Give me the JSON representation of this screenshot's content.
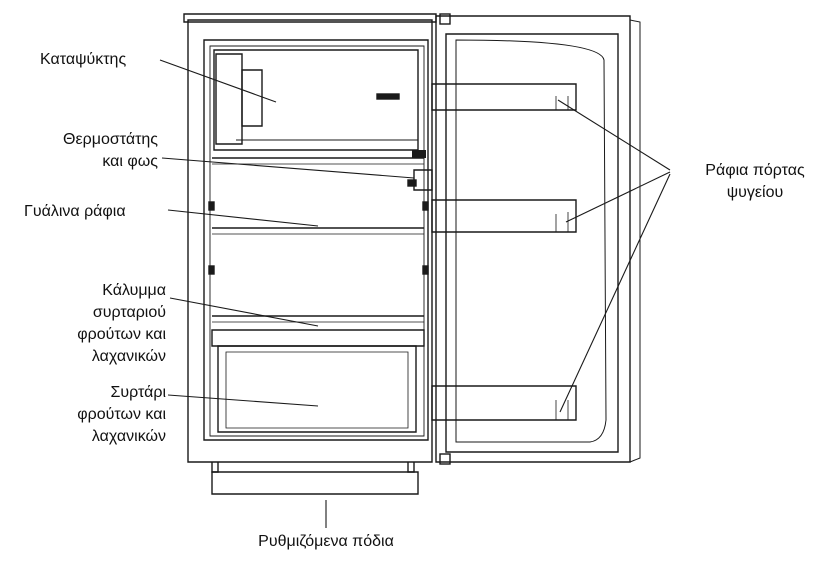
{
  "labels": {
    "freezer": "Καταψύκτης",
    "thermostat_line1": "Θερμοστάτης",
    "thermostat_line2": "και φως",
    "glass_shelves": "Γυάλινα ράφια",
    "cover_line1": "Κάλυμμα",
    "cover_line2": "συρταριού",
    "cover_line3": "φρούτων και",
    "cover_line4": "λαχανικών",
    "drawer_line1": "Συρτάρι",
    "drawer_line2": "φρούτων και",
    "drawer_line3": "λαχανικών",
    "door_shelves_line1": "Ράφια πόρτας",
    "door_shelves_line2": "ψυγείου",
    "feet": "Ρυθμιζόμενα πόδια"
  },
  "colors": {
    "stroke": "#1a1a1a",
    "text": "#111111"
  }
}
